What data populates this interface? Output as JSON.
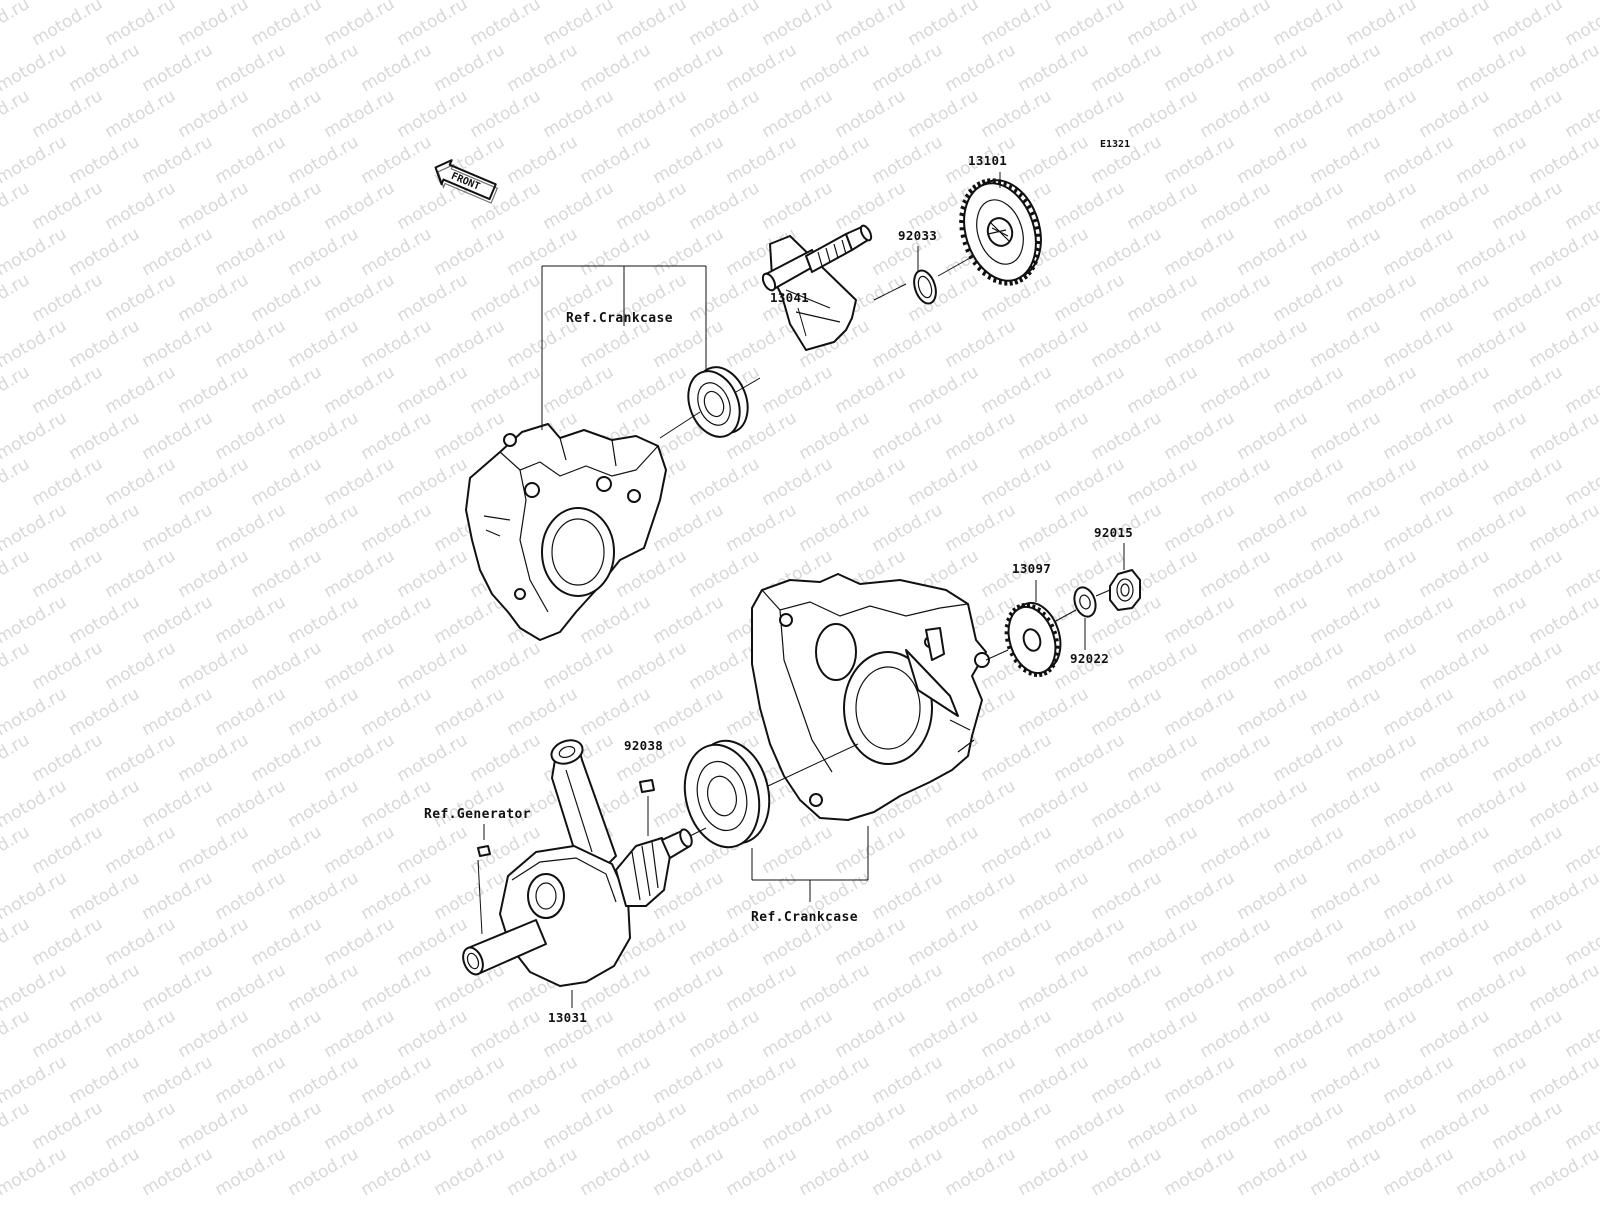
{
  "diagram": {
    "code": "E1321",
    "front_label": "FRONT",
    "watermark_text": "motod.ru",
    "colors": {
      "line": "#111111",
      "watermark": "#d8d8d8",
      "background": "#ffffff"
    }
  },
  "parts": [
    {
      "id": "p13101",
      "number": "13101",
      "icon": "gear-large"
    },
    {
      "id": "p92033",
      "number": "92033",
      "icon": "circlip"
    },
    {
      "id": "p13041",
      "number": "13041",
      "icon": "balancer-shaft"
    },
    {
      "id": "p92015",
      "number": "92015",
      "icon": "nut"
    },
    {
      "id": "p13097",
      "number": "13097",
      "icon": "gear-small"
    },
    {
      "id": "p92022",
      "number": "92022",
      "icon": "washer"
    },
    {
      "id": "p92038",
      "number": "92038",
      "icon": "key"
    },
    {
      "id": "p13031",
      "number": "13031",
      "icon": "crankshaft"
    }
  ],
  "references": [
    {
      "id": "ref-crankcase-upper",
      "text": "Ref.Crankcase"
    },
    {
      "id": "ref-crankcase-lower",
      "text": "Ref.Crankcase"
    },
    {
      "id": "ref-generator",
      "text": "Ref.Generator"
    }
  ]
}
